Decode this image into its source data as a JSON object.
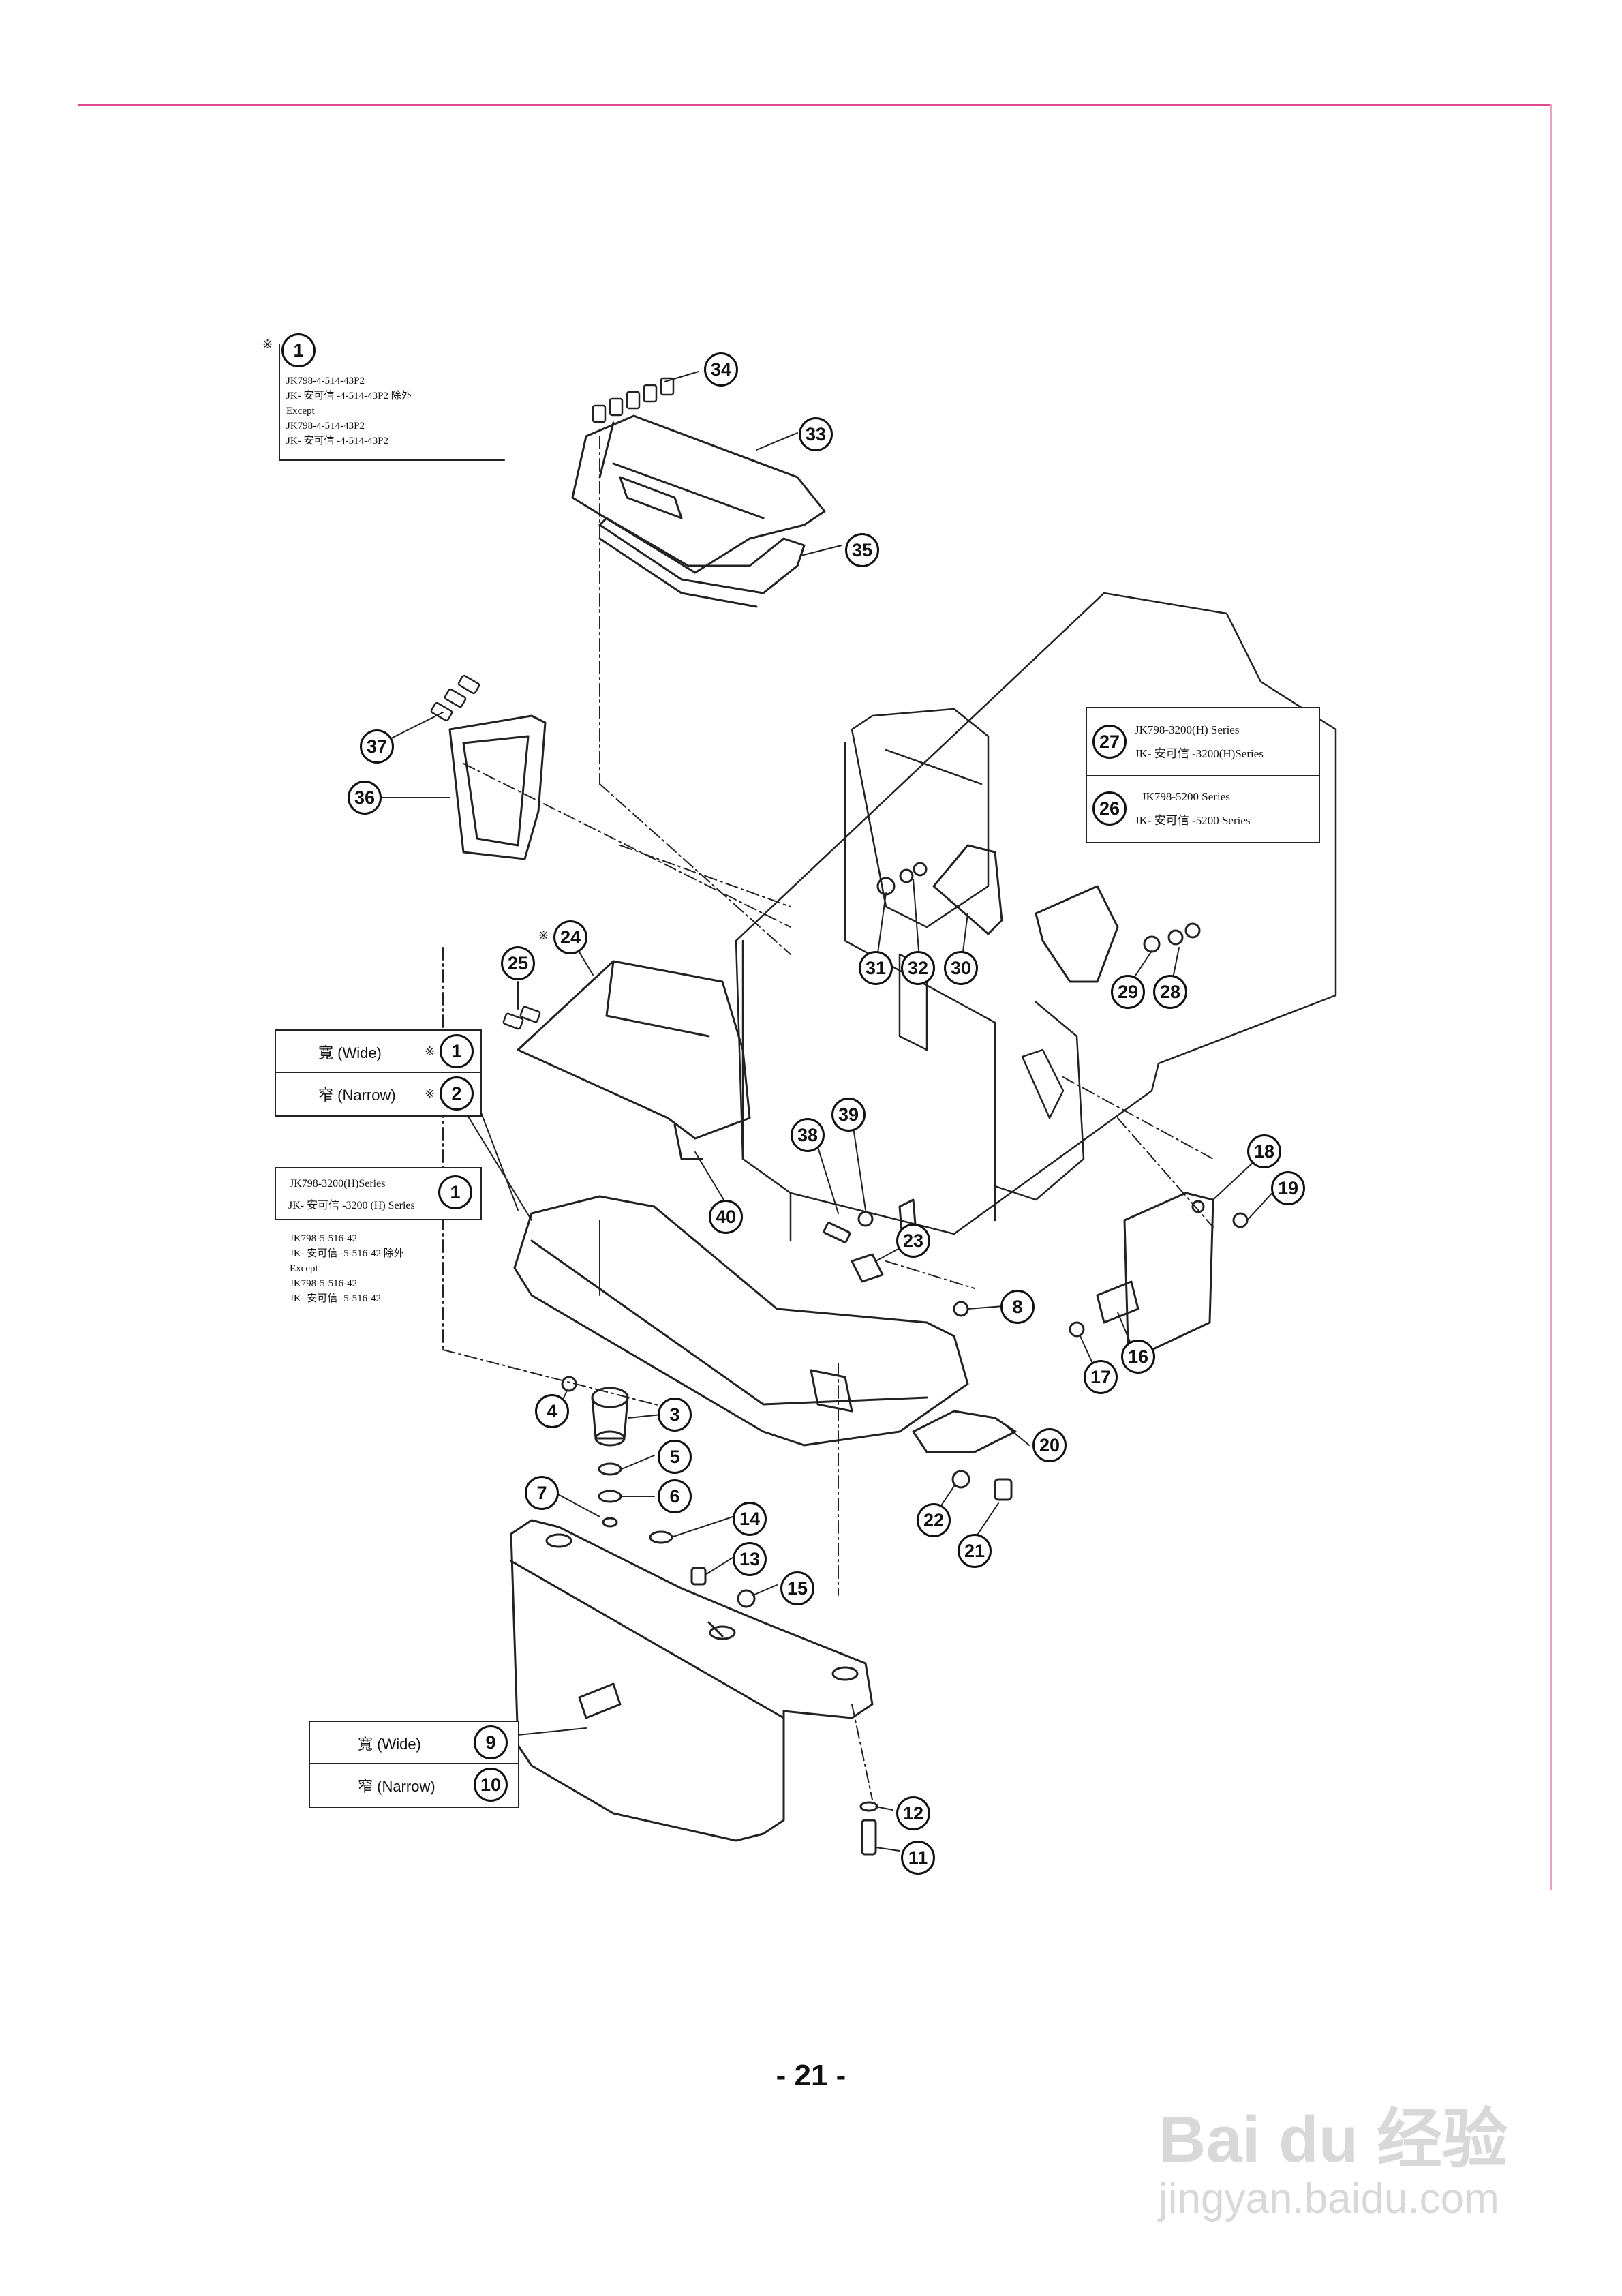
{
  "page_number": "- 21 -",
  "star_mark": "※",
  "note_top_left": {
    "callout": "1",
    "lines": [
      "JK798-4-514-43P2",
      "JK- 安可信 -4-514-43P2 除外",
      "Except",
      "JK798-4-514-43P2",
      "JK- 安可信 -4-514-43P2"
    ]
  },
  "note_middle_left": {
    "callout": "1",
    "line1": "JK798-3200(H)Series",
    "line2": "JK- 安可信 -3200 (H) Series",
    "lines": [
      "JK798-5-516-42",
      "JK- 安可信 -5-516-42 除外",
      "Except",
      "JK798-5-516-42",
      "JK- 安可信 -5-516-42"
    ]
  },
  "series_box": {
    "row1_callout": "27",
    "row1_line1": "JK798-3200(H) Series",
    "row1_line2": "JK- 安可信 -3200(H)Series",
    "row2_callout": "26",
    "row2_line1": "JK798-5200 Series",
    "row2_line2": "JK- 安可信 -5200 Series"
  },
  "width_box_upper": {
    "wide_label": "寬 (Wide)",
    "wide_callout": "1",
    "narrow_label": "窄 (Narrow)",
    "narrow_callout": "2"
  },
  "width_box_lower": {
    "wide_label": "寬 (Wide)",
    "wide_callout": "9",
    "narrow_label": "窄 (Narrow)",
    "narrow_callout": "10"
  },
  "callouts": [
    "34",
    "33",
    "35",
    "37",
    "36",
    "24",
    "25",
    "31",
    "32",
    "30",
    "29",
    "28",
    "38",
    "39",
    "40",
    "18",
    "19",
    "23",
    "8",
    "16",
    "17",
    "3",
    "4",
    "5",
    "6",
    "7",
    "14",
    "13",
    "15",
    "20",
    "22",
    "21",
    "12",
    "11"
  ],
  "watermark": {
    "brand": "Bai du 经验",
    "url": "jingyan.baidu.com"
  },
  "colors": {
    "accent_rule": "#e0468e",
    "ink": "#111111"
  }
}
